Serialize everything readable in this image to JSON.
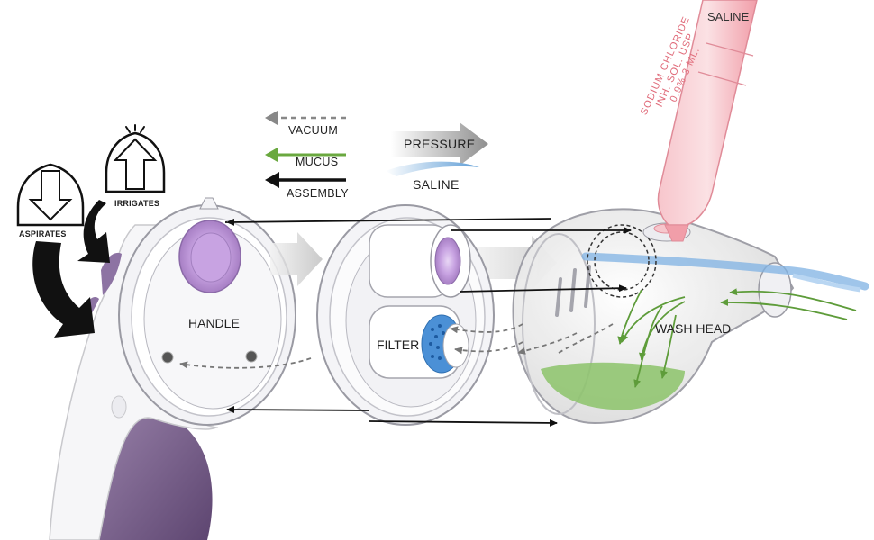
{
  "legend": {
    "vacuum_label": "VACUUM",
    "mucus_label": "MUCUS",
    "assembly_label": "ASSEMBLY",
    "pressure_label": "PRESSURE",
    "saline_label": "SALINE"
  },
  "icons": {
    "aspirates_label": "ASPIRATES",
    "irrigates_label": "IRRIGATES"
  },
  "parts": {
    "handle_label": "HANDLE",
    "filter_label": "FILTER",
    "wash_head_label": "WASH HEAD"
  },
  "vial": {
    "saline_label": "SALINE",
    "line1": "SODIUM CHLORIDE",
    "line2": "INH. SOL. USP",
    "line3": "0.9% 3 ML."
  },
  "colors": {
    "purple": "#7b5f8c",
    "lavender": "#c9a6e0",
    "vial_pink": "#f5b7bf",
    "mucus_green": "#6aa83f",
    "saline_blue": "#5b9bd5",
    "arrow_black": "#111111",
    "vacuum_gray": "#8c8c8c"
  }
}
